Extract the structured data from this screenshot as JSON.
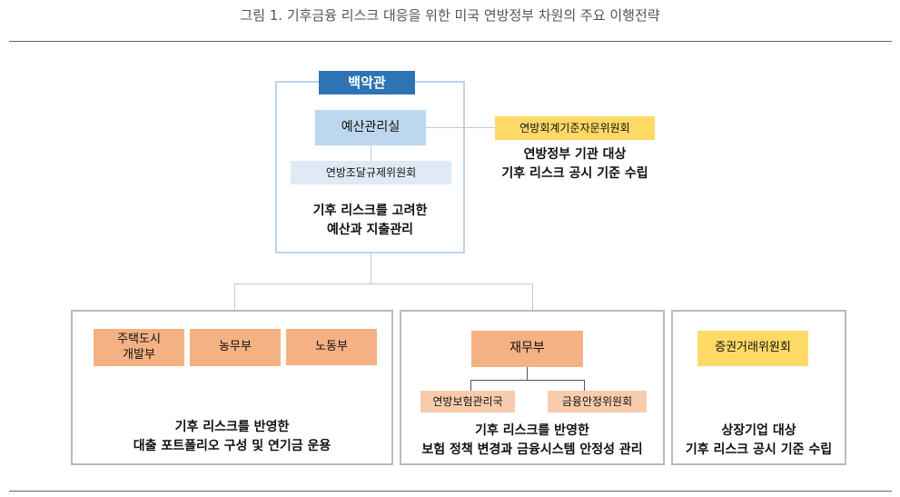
{
  "title": "그림 1. 기후금융 리스크 대응을 위한 미국 연방정부 차원의 주요 이행전략",
  "white_house": {
    "label": "백악관",
    "omb": "예산관리실",
    "far_council": "연방조달규제위원회",
    "desc": [
      "기후 리스크를 고려한",
      "예산과 지출관리"
    ]
  },
  "fasab": {
    "label": "연방회계기준자문위원회",
    "desc": [
      "연방정부 기관 대상",
      "기후 리스크 공시 기준 수립"
    ]
  },
  "group1": {
    "agencies": [
      "주택도시\n개발부",
      "농무부",
      "노동부"
    ],
    "desc": [
      "기후 리스크를 반영한",
      "대출 포트폴리오 구성 및 연기금 운용"
    ]
  },
  "group2": {
    "head": "재무부",
    "subs": [
      "연방보험관리국",
      "금융안정위원회"
    ],
    "desc": [
      "기후 리스크를 반영한",
      "보험 정책 변경과 금융시스템 안정성 관리"
    ]
  },
  "group3": {
    "head": "증권거래위원회",
    "desc": [
      "상장기업 대상",
      "기후 리스크 공시 기준 수립"
    ]
  },
  "colors": {
    "navy": "#2e74b5",
    "light_blue": "#bdd7ee",
    "pale_blue": "#deebf7",
    "yellow": "#ffd966",
    "orange": "#f4b183",
    "light_orange": "#f8cbad"
  }
}
